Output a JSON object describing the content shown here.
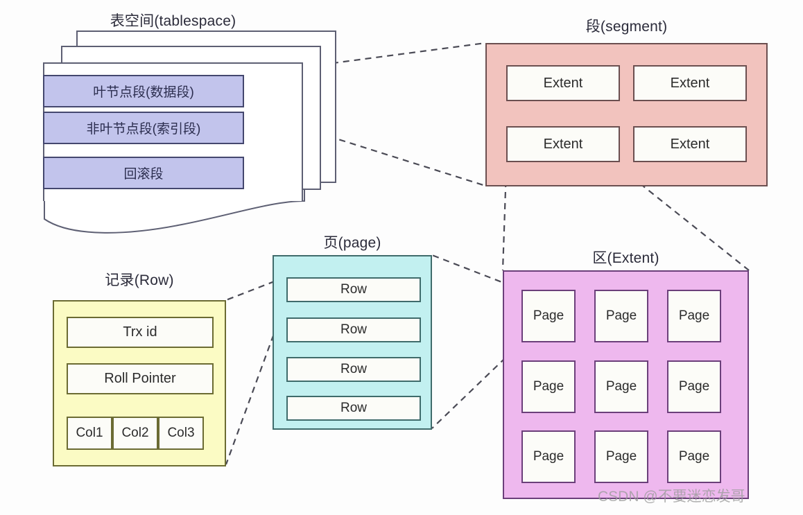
{
  "diagram": {
    "title_tablespace": "表空间(tablespace)",
    "title_segment": "段(segment)",
    "title_page": "页(page)",
    "title_extent": "区(Extent)",
    "title_row": "记录(Row)"
  },
  "tablespace": {
    "bands": [
      {
        "label": "叶节点段(数据段)"
      },
      {
        "label": "非叶节点段(索引段)"
      },
      {
        "label": "回滚段"
      }
    ]
  },
  "segment": {
    "extents": [
      {
        "label": "Extent"
      },
      {
        "label": "Extent"
      },
      {
        "label": "Extent"
      },
      {
        "label": "Extent"
      }
    ]
  },
  "extent": {
    "pages": [
      {
        "label": "Page"
      },
      {
        "label": "Page"
      },
      {
        "label": "Page"
      },
      {
        "label": "Page"
      },
      {
        "label": "Page"
      },
      {
        "label": "Page"
      },
      {
        "label": "Page"
      },
      {
        "label": "Page"
      },
      {
        "label": "Page"
      }
    ]
  },
  "page": {
    "rows": [
      {
        "label": "Row"
      },
      {
        "label": "Row"
      },
      {
        "label": "Row"
      },
      {
        "label": "Row"
      }
    ]
  },
  "row": {
    "fields": [
      {
        "label": "Trx id"
      },
      {
        "label": "Roll Pointer"
      }
    ],
    "columns": [
      {
        "label": "Col1"
      },
      {
        "label": "Col2"
      },
      {
        "label": "Col3"
      }
    ]
  },
  "watermark": {
    "text": "CSDN @不要迷恋发哥"
  },
  "colors": {
    "segment_band_fill": "#c2c4ec",
    "segment_band_stroke": "#44476e",
    "segment_panel_fill": "#f2c3be",
    "extent_panel_fill": "#eeb8ee",
    "page_panel_fill": "#c2f0f0",
    "row_panel_fill": "#fbfbc4",
    "cell_fill": "#fcfcf8",
    "connector": "#4a4a55",
    "background": "#fdfdfd"
  }
}
